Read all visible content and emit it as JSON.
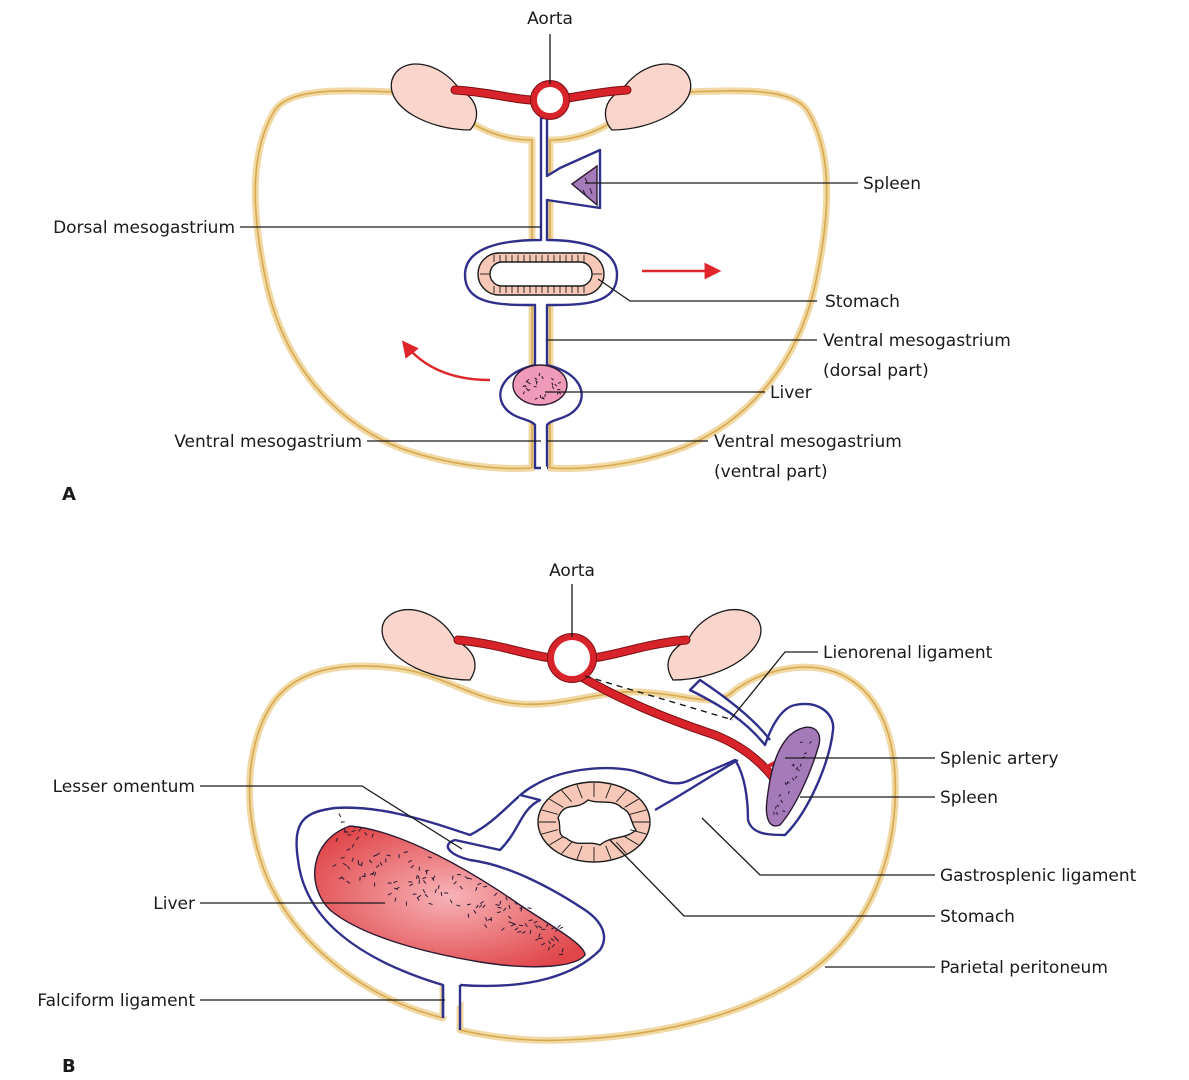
{
  "panel_a": {
    "letter": "A",
    "labels": {
      "aorta": "Aorta",
      "spleen": "Spleen",
      "dorsal_mesogastrium": "Dorsal mesogastrium",
      "stomach": "Stomach",
      "ventral_mesogastrium_dorsal_1": "Ventral mesogastrium",
      "ventral_mesogastrium_dorsal_2": "(dorsal part)",
      "liver": "Liver",
      "ventral_mesogastrium": "Ventral mesogastrium",
      "ventral_mesogastrium_ventral_1": "Ventral mesogastrium",
      "ventral_mesogastrium_ventral_2": "(ventral part)"
    }
  },
  "panel_b": {
    "letter": "B",
    "labels": {
      "aorta": "Aorta",
      "lienorenal_ligament": "Lienorenal ligament",
      "splenic_artery": "Splenic artery",
      "spleen": "Spleen",
      "lesser_omentum": "Lesser omentum",
      "gastrosplenic_ligament": "Gastrosplenic ligament",
      "liver": "Liver",
      "stomach": "Stomach",
      "parietal_peritoneum": "Parietal peritoneum",
      "falciform_ligament": "Falciform ligament"
    }
  },
  "colors": {
    "vessel": "#d8232a",
    "membrane": "#2f2f8c",
    "body_wall": "#f0d9a4",
    "kidney": "#f9d5cc",
    "spleen": "#a47ab8",
    "liver": "#e0464a",
    "rotation_arrow": "#e0262b"
  }
}
